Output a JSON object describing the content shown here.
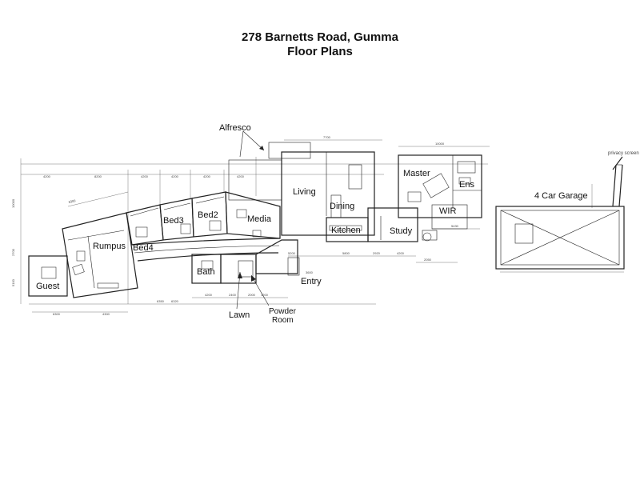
{
  "document": {
    "title_line1": "278 Barnetts Road, Gumma",
    "title_line2": "Floor Plans"
  },
  "rooms": {
    "alfresco": "Alfresco",
    "living": "Living",
    "dining": "Dining",
    "kitchen": "Kitchen",
    "study": "Study",
    "master": "Master",
    "ens": "Ens",
    "wir": "WIR",
    "garage": "4 Car Garage",
    "privacy_screen": "privacy screen",
    "media": "Media",
    "bed2": "Bed2",
    "bed3": "Bed3",
    "bed4": "Bed4",
    "rumpus": "Rumpus",
    "guest": "Guest",
    "bath": "Bath",
    "entry": "Entry",
    "lawn": "Lawn",
    "powder_room": "Powder Room"
  },
  "dimensions": {
    "top_run": [
      "4200",
      "8200",
      "4200",
      "4200",
      "4200",
      "4200",
      "7700",
      "10000"
    ],
    "lower_run": [
      "6300",
      "4300",
      "6350",
      "4200",
      "2400",
      "2000",
      "1200",
      "5200",
      "3600",
      "5800",
      "2920",
      "4200",
      "2050",
      "5430"
    ],
    "left_run": [
      "10000",
      "2700",
      "5100"
    ],
    "misc": [
      "6300",
      "6320"
    ]
  },
  "colors": {
    "line": "#222222",
    "paper": "#ffffff",
    "text": "#111111"
  }
}
